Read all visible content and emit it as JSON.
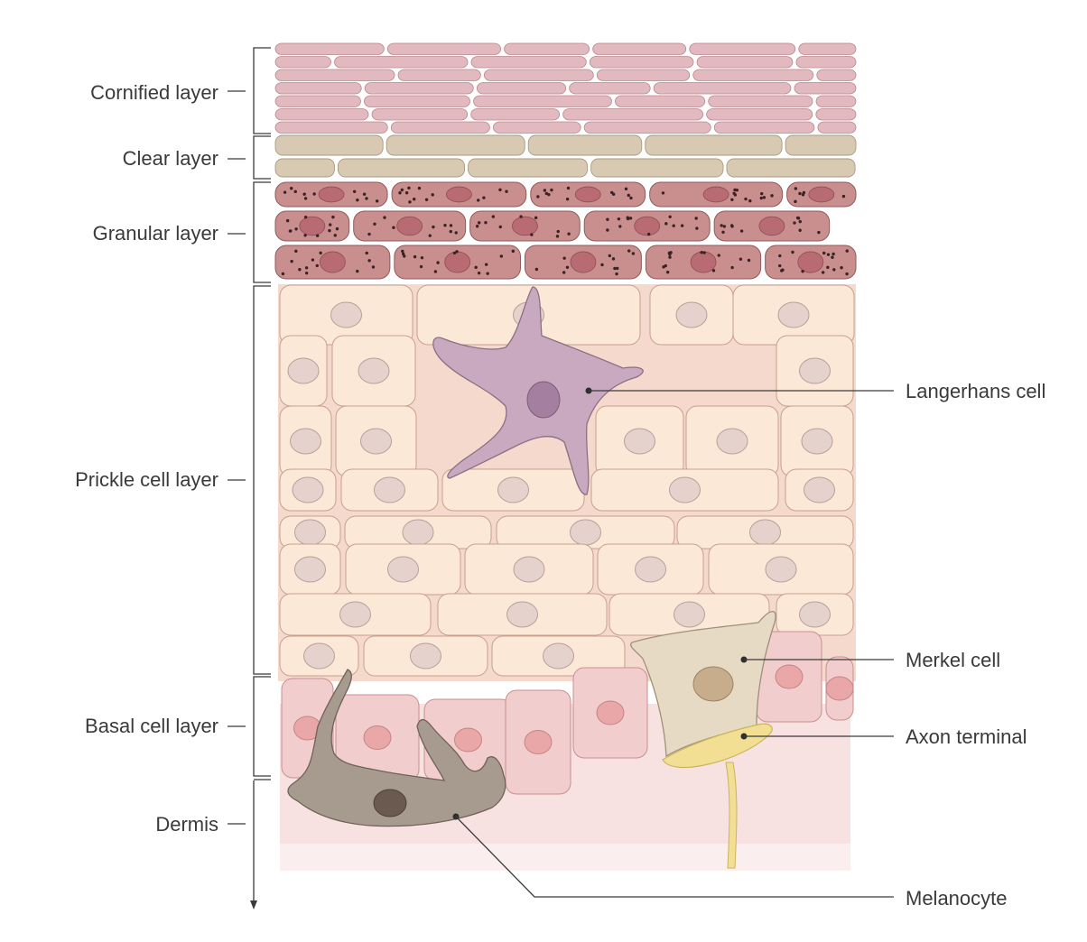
{
  "layers": [
    {
      "id": "cornified",
      "label": "Cornified layer"
    },
    {
      "id": "clear",
      "label": "Clear layer"
    },
    {
      "id": "granular",
      "label": "Granular layer"
    },
    {
      "id": "prickle",
      "label": "Prickle cell layer"
    },
    {
      "id": "basal",
      "label": "Basal cell layer"
    },
    {
      "id": "dermis",
      "label": "Dermis"
    }
  ],
  "callouts": [
    {
      "id": "langerhans",
      "label": "Langerhans cell"
    },
    {
      "id": "merkel",
      "label": "Merkel cell"
    },
    {
      "id": "axon",
      "label": "Axon terminal"
    },
    {
      "id": "melanocyte",
      "label": "Melanocyte"
    }
  ],
  "colors": {
    "cornified": "#e2b9be",
    "clear": "#d8c9b3",
    "granular": "#c98f8f",
    "prickle": "#fbe8d6",
    "basal": "#f2cdcd",
    "dermis": "#f7e1e1",
    "langerhans": "#c9a9bf",
    "merkel": "#e6dac5",
    "melanocyte": "#a79a8f",
    "axon": "#f2df93"
  }
}
